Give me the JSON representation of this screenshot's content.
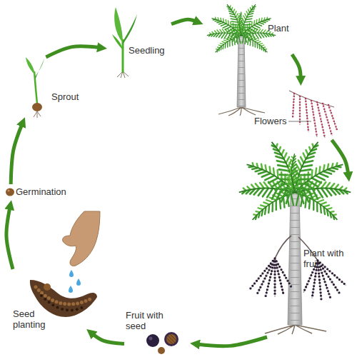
{
  "diagram": {
    "nodes": [
      {
        "text": [
          "Seedling"
        ]
      },
      {
        "text": [
          "Plant"
        ]
      },
      {
        "text": [
          "Flowers"
        ]
      },
      {
        "text": [
          "Plant with fruit"
        ]
      },
      {
        "text": [
          "Fruit with seed"
        ]
      },
      {
        "text": [
          "Seed planting"
        ]
      },
      {
        "text": [
          "Germination"
        ]
      },
      {
        "text": [
          "Sprout"
        ]
      }
    ],
    "edges": [
      {
        "from": 0,
        "to": 1,
        "arrow": "to"
      },
      {
        "from": 1,
        "to": 2,
        "arrow": "to"
      },
      {
        "from": 2,
        "to": 3,
        "arrow": "to"
      },
      {
        "from": 3,
        "to": 4,
        "arrow": "to"
      },
      {
        "from": 4,
        "to": 5,
        "arrow": "to"
      },
      {
        "from": 5,
        "to": 6,
        "arrow": "to"
      },
      {
        "from": 6,
        "to": 7,
        "arrow": "to"
      },
      {
        "from": 7,
        "to": 0,
        "arrow": "to"
      }
    ]
  }
}
